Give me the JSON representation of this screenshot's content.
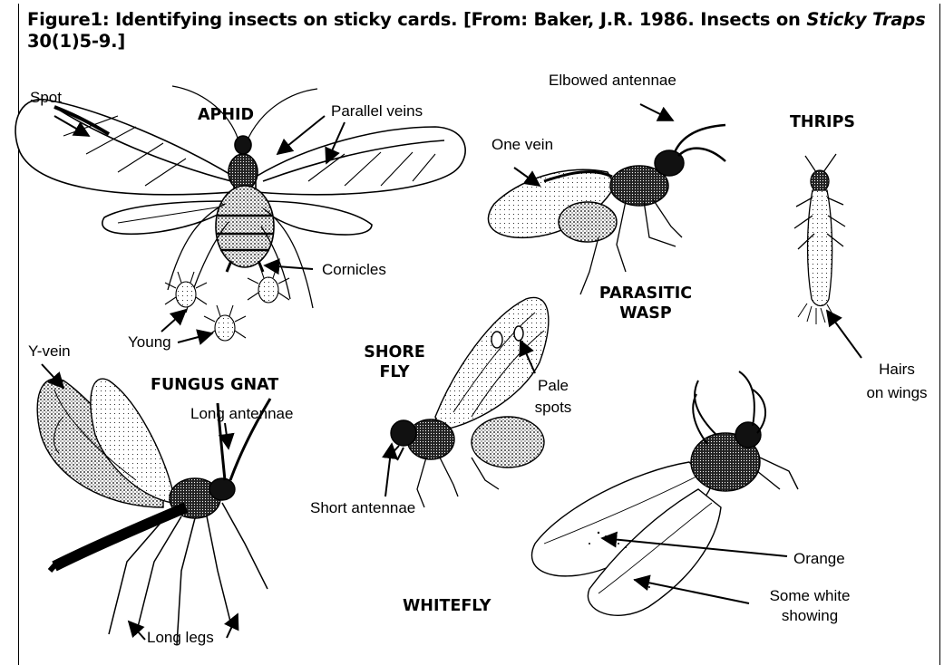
{
  "title": {
    "part1": "Figure1: Identifying insects on sticky cards. [From: Baker, J.R. 1986. Insects on ",
    "italic": "Sticky Traps",
    "part2": " 30(1)5-9.]"
  },
  "insects": {
    "aphid": "APHID",
    "parasitic_wasp": [
      "PARASITIC",
      "WASP"
    ],
    "thrips": "THRIPS",
    "shore_fly": [
      "SHORE",
      "FLY"
    ],
    "fungus_gnat": "FUNGUS GNAT",
    "whitefly": "WHITEFLY"
  },
  "labels": {
    "spot": "Spot",
    "parallel_veins": "Parallel veins",
    "cornicles": "Cornicles",
    "young": "Young",
    "elbowed_antennae": "Elbowed antennae",
    "one_vein": "One vein",
    "hairs_on_wings": [
      "Hairs",
      "on wings"
    ],
    "y_vein": "Y-vein",
    "long_antennae": "Long antennae",
    "long_legs": "Long legs",
    "pale_spots": [
      "Pale",
      "spots"
    ],
    "short_antennae": "Short antennae",
    "orange": "Orange",
    "some_white_showing": [
      "Some white",
      "showing"
    ]
  }
}
